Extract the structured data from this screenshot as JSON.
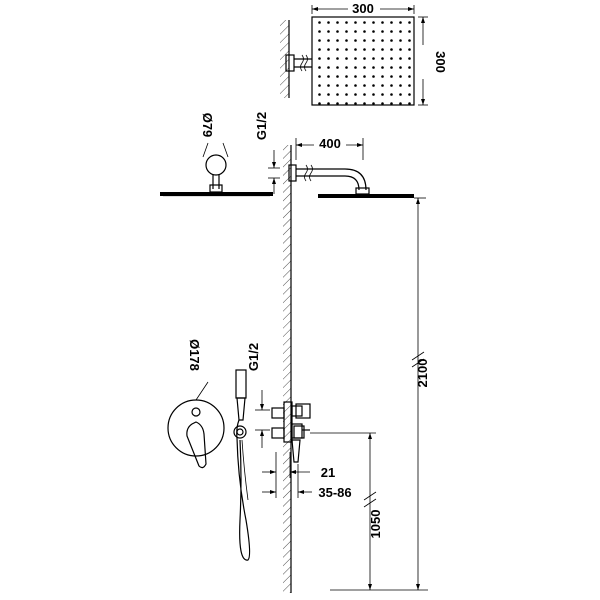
{
  "dimensions": {
    "shower_head_width": "300",
    "shower_head_depth": "300",
    "arm_length": "400",
    "arm_thread": "G1/2",
    "flange_diameter": "Ø79",
    "total_height": "2100",
    "mixer_thread": "G1/2",
    "plate_diameter": "Ø178",
    "plate_depth": "21",
    "recess_depth": "35-86",
    "mixer_height": "1050"
  }
}
